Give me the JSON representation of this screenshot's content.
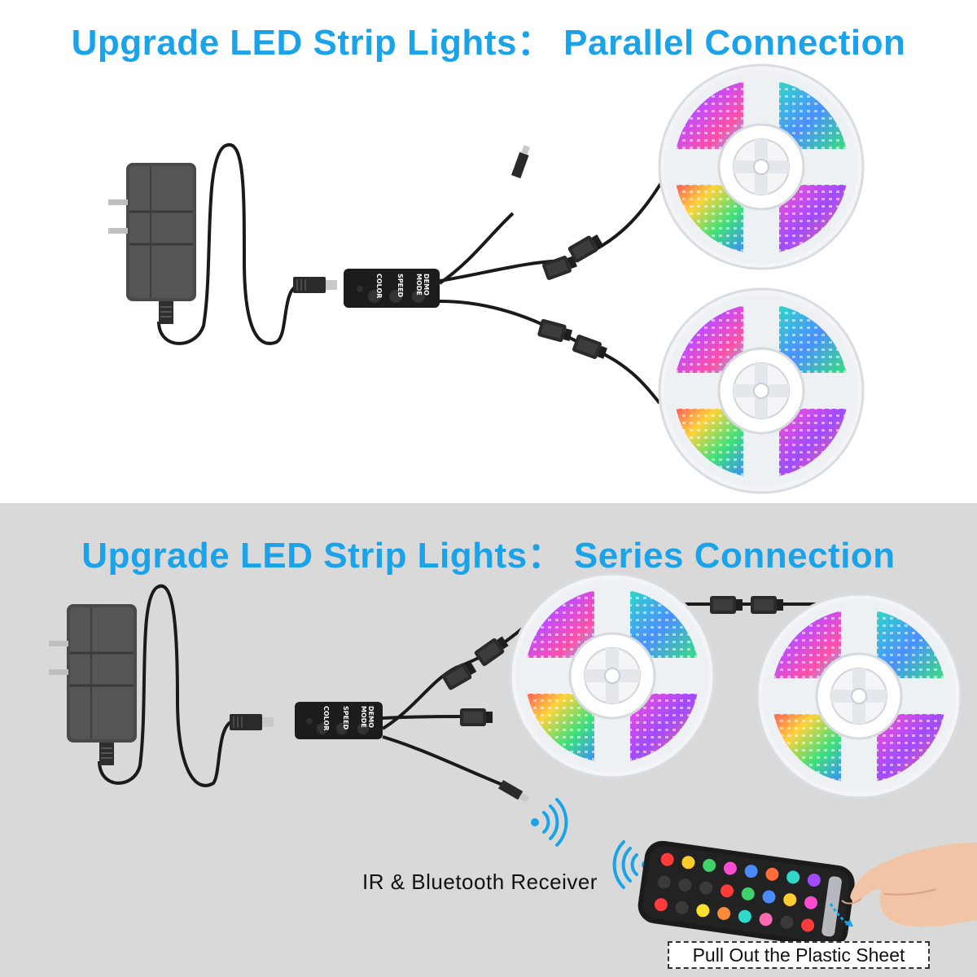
{
  "parallel": {
    "title": "Upgrade LED Strip Lights： Parallel Connection"
  },
  "series": {
    "title": "Upgrade LED Strip Lights： Series Connection"
  },
  "controller": {
    "buttons": [
      "COLOR",
      "SPEED",
      "MODE",
      "DEMO"
    ]
  },
  "labels": {
    "receiver": "IR & Bluetooth  Receiver",
    "plastic_sheet": "Pull Out the Plastic Sheet"
  },
  "colors": {
    "title": "#1aa3e8",
    "top_background": "#ffffff",
    "bottom_background": "#d9d9d9",
    "wire": "#1a1a1a",
    "signal_icon": "#1aa3e8"
  },
  "icons": [
    "power-adapter-icon",
    "controller-box-icon",
    "led-reel-icon",
    "connector-icon",
    "signal-wave-icon",
    "remote-control-icon",
    "hand-icon"
  ]
}
